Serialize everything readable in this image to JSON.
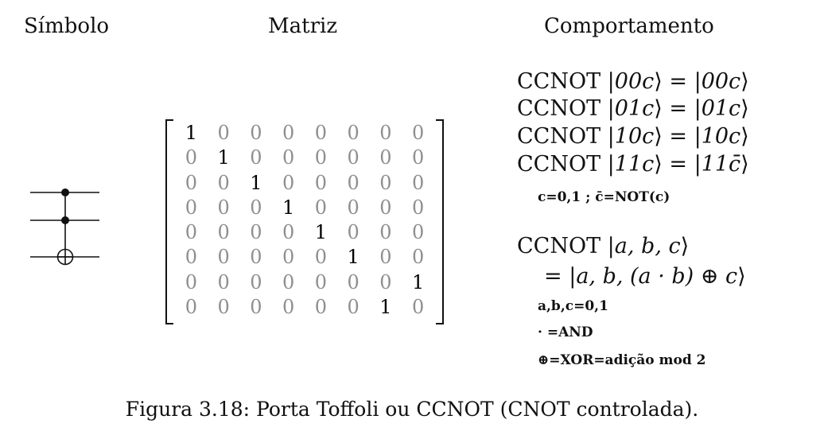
{
  "headers": {
    "symbol": "Símbolo",
    "matrix": "Matriz",
    "behavior": "Comportamento"
  },
  "matrix": [
    [
      1,
      0,
      0,
      0,
      0,
      0,
      0,
      0
    ],
    [
      0,
      1,
      0,
      0,
      0,
      0,
      0,
      0
    ],
    [
      0,
      0,
      1,
      0,
      0,
      0,
      0,
      0
    ],
    [
      0,
      0,
      0,
      1,
      0,
      0,
      0,
      0
    ],
    [
      0,
      0,
      0,
      0,
      1,
      0,
      0,
      0
    ],
    [
      0,
      0,
      0,
      0,
      0,
      1,
      0,
      0
    ],
    [
      0,
      0,
      0,
      0,
      0,
      0,
      0,
      1
    ],
    [
      0,
      0,
      0,
      0,
      0,
      0,
      1,
      0
    ]
  ],
  "behavior": {
    "gate": "CCNOT",
    "rows": [
      {
        "in": "00c",
        "out": "00c"
      },
      {
        "in": "01c",
        "out": "01c"
      },
      {
        "in": "10c",
        "out": "10c"
      },
      {
        "in": "11c",
        "out": "11c̄"
      }
    ],
    "note1": "c=0,1 ; c̄=NOT(c)",
    "general_in": "a, b, c",
    "general_out": "a, b, (a · b) ⊕ c",
    "note2": "a,b,c=0,1",
    "note3": "· =AND",
    "note4": "⊕=XOR=adição mod 2"
  },
  "caption": "Figura 3.18: Porta Toffoli ou CCNOT (CNOT controlada)."
}
